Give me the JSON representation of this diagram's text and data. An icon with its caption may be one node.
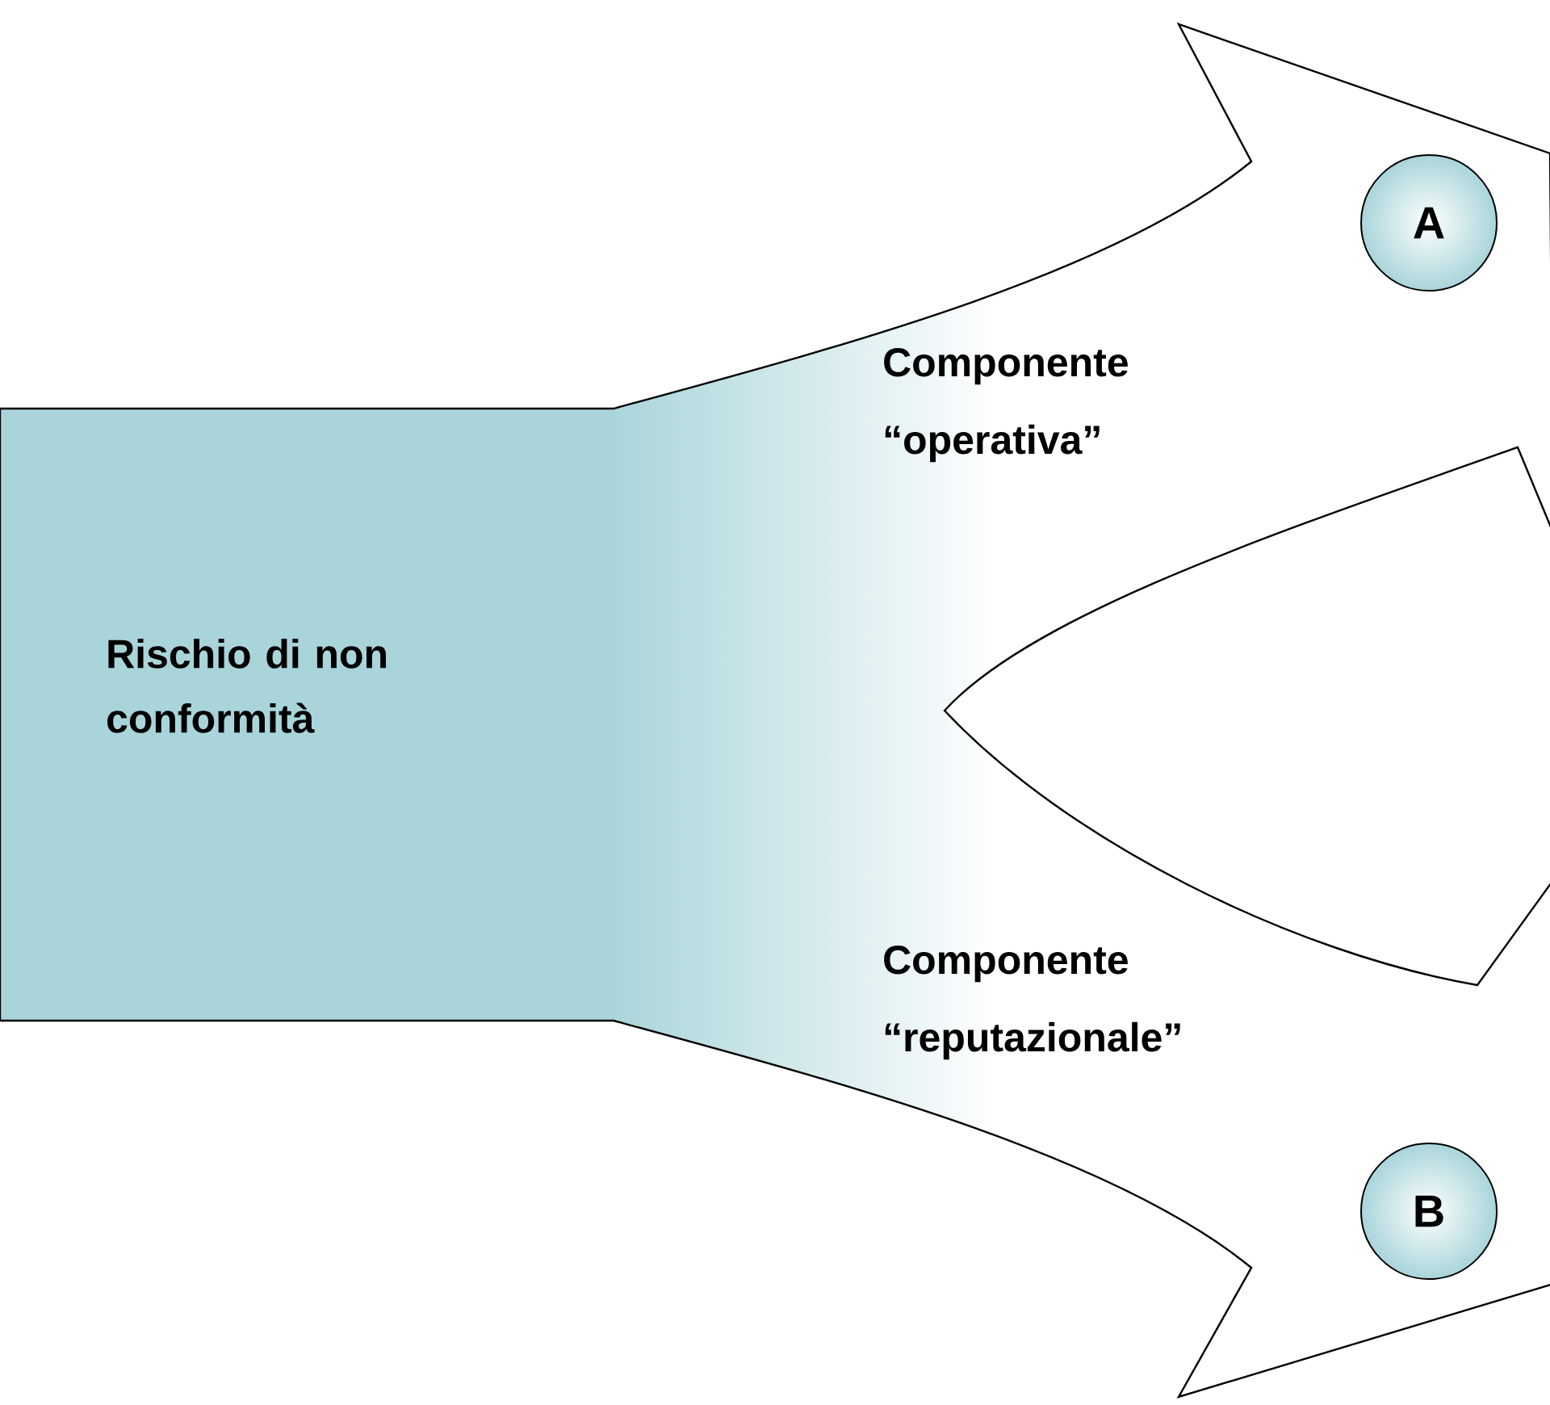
{
  "diagram": {
    "nodes": [
      {
        "text": [
          "Rischio di non conformità"
        ]
      },
      {
        "text": [
          "A"
        ],
        "in": 0
      },
      {
        "text": [
          "B"
        ],
        "in": 0
      }
    ],
    "labels": [
      "Componente “operativa”",
      "Componente “reputazionale”"
    ]
  }
}
